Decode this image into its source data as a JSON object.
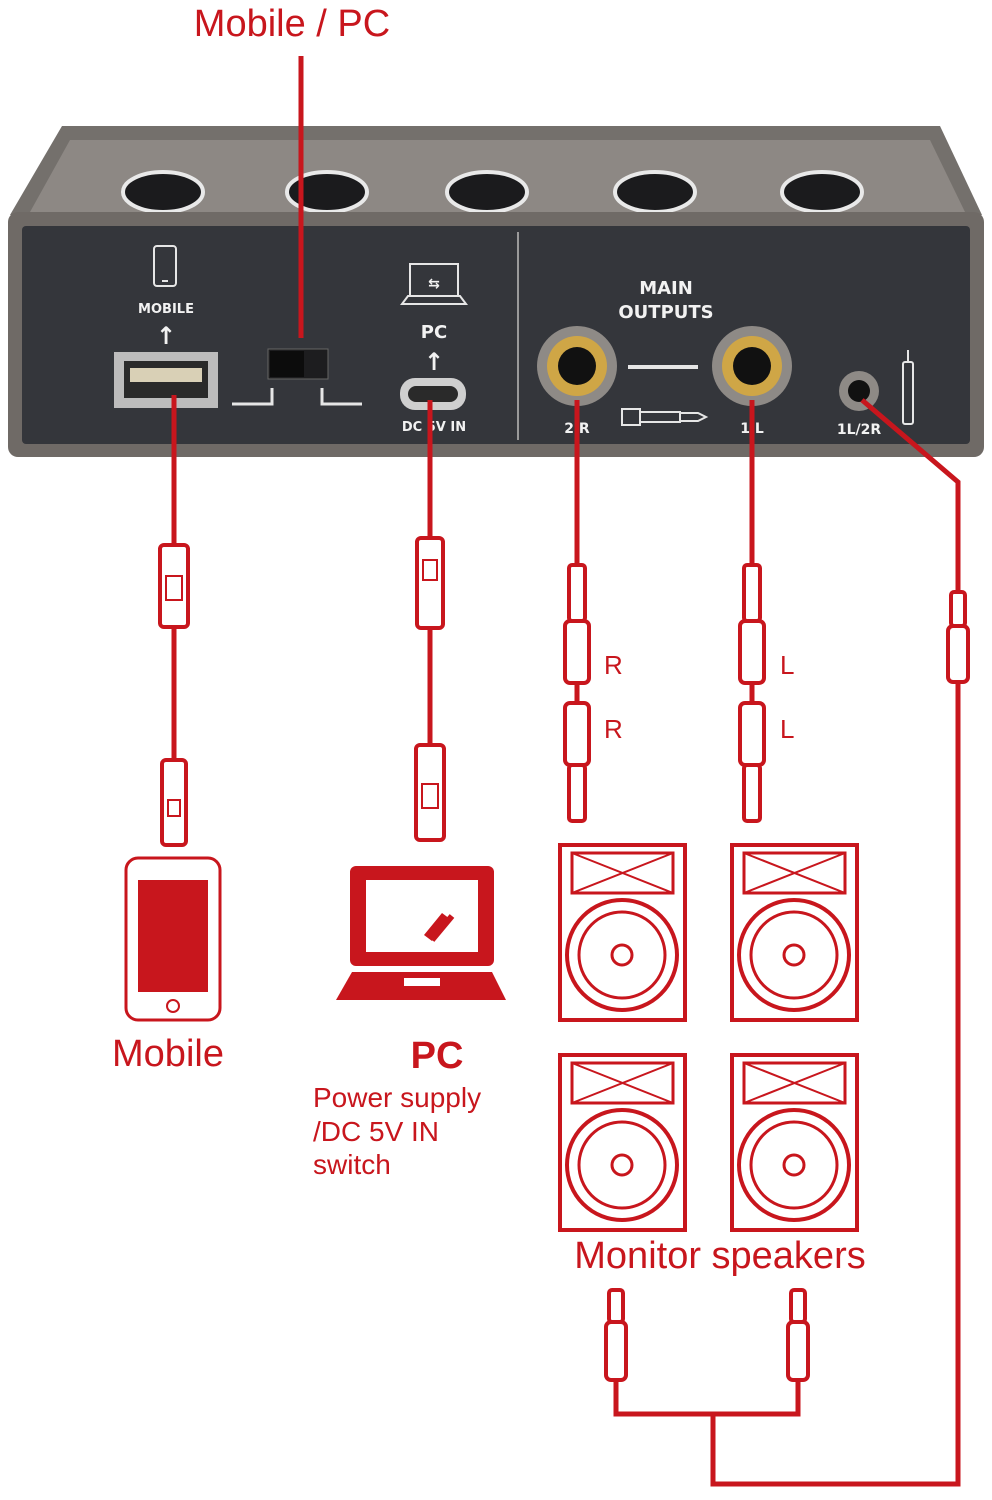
{
  "callouts": {
    "switch_label": "Mobile / PC"
  },
  "device_panel": {
    "mobile_port_label": "MOBILE",
    "pc_port_label": "PC",
    "dc_label": "DC 5V IN",
    "main_outputs_line1": "MAIN",
    "main_outputs_line2": "OUTPUTS",
    "out_2r_label": "2 R",
    "out_1l_label": "1 L",
    "headphone_label": "1L/2R"
  },
  "connectors": {
    "r_upper": "R",
    "r_lower": "R",
    "l_upper": "L",
    "l_lower": "L"
  },
  "devices": {
    "mobile_label": "Mobile",
    "pc_label": "PC",
    "pc_note_line1": "Power supply",
    "pc_note_line2": "/DC 5V IN",
    "pc_note_line3": "switch",
    "speakers_label": "Monitor speakers"
  },
  "colors": {
    "accent_red": "#c8161d",
    "panel_dark": "#34363b",
    "chassis": "#6f6a66"
  }
}
